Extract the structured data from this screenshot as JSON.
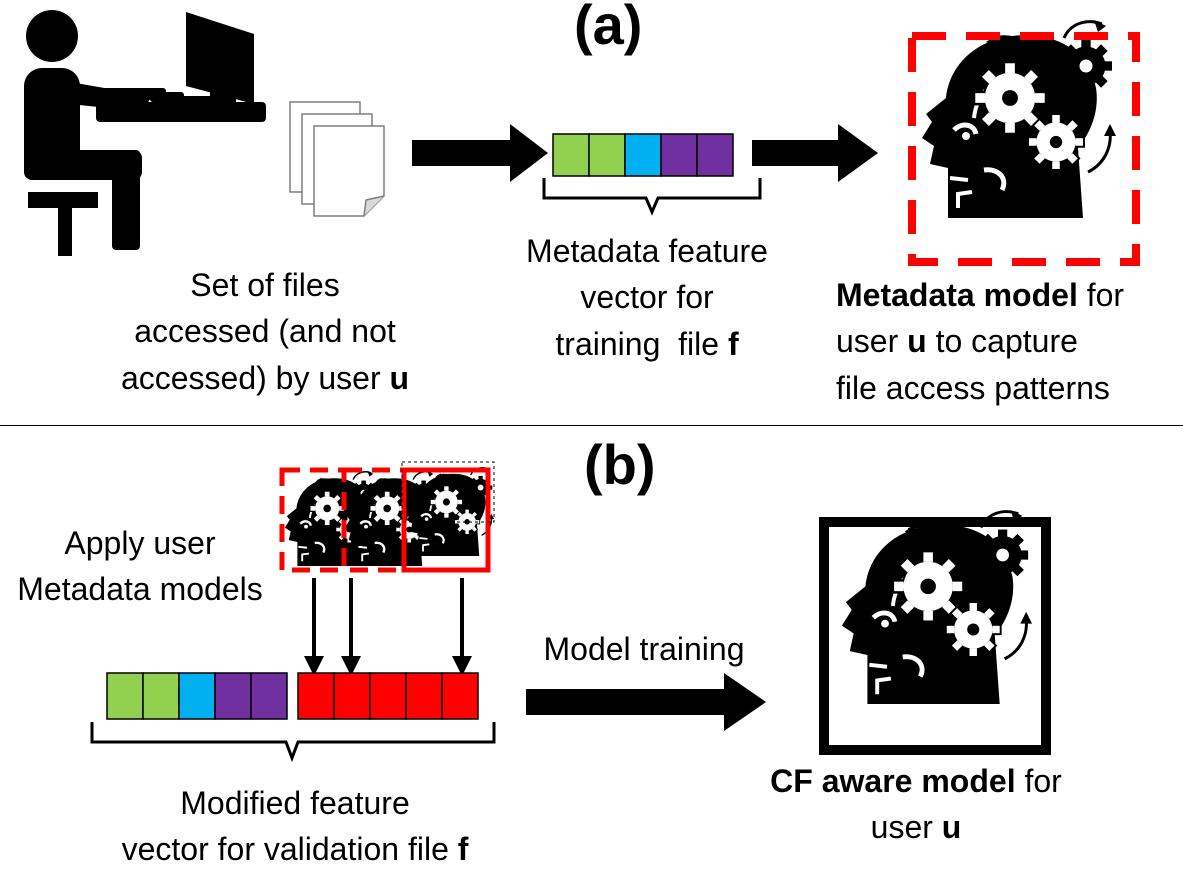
{
  "panel_a": {
    "title": "(a)",
    "files_caption": {
      "line1": "Set of files",
      "line2": "accessed (and not",
      "line3_pre": "accessed) by user ",
      "line3_bold": "u"
    },
    "vector_caption": {
      "line1": "Metadata feature",
      "line2": "vector for",
      "line3_pre": "training  file ",
      "line3_bold": "f"
    },
    "model_caption": {
      "line1_bold": "Metadata model",
      "line1_post": " for",
      "line2_pre": "user ",
      "line2_bold": "u",
      "line2_post": " to capture",
      "line3": "file access patterns"
    },
    "vector_cells": [
      "#92d050",
      "#92d050",
      "#00b0f0",
      "#7030a0",
      "#7030a0"
    ],
    "highlight_color": "#ff0000"
  },
  "panel_b": {
    "title": "(b)",
    "apply_caption": {
      "line1": "Apply user",
      "line2": "Metadata models"
    },
    "training_caption": "Model training",
    "vector_caption": {
      "line1": "Modified feature",
      "line2_pre": "vector for validation file ",
      "line2_bold": "f"
    },
    "model_caption": {
      "line1_bold": "CF aware model",
      "line1_post": " for",
      "line2_pre": "user ",
      "line2_bold": "u"
    },
    "metadata_cells": [
      "#92d050",
      "#92d050",
      "#00b0f0",
      "#7030a0",
      "#7030a0"
    ],
    "cf_cells": [
      "#ff0000",
      "#ff0000",
      "#ff0000",
      "#ff0000",
      "#ff0000"
    ]
  }
}
